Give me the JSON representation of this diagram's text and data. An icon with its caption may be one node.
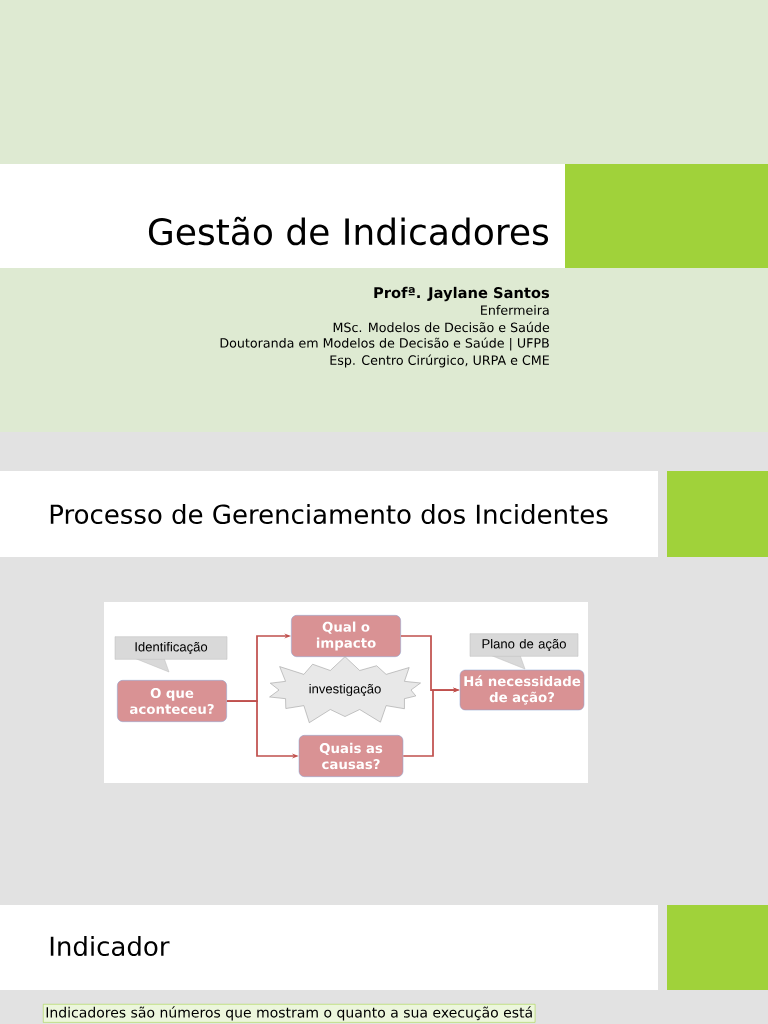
{
  "diagram": {
    "nodes": [
      {
        "text": [
          "Identificação"
        ]
      },
      {
        "text": [
          "O que aconteceu?"
        ]
      },
      {
        "text": [
          "Qual o impacto"
        ]
      },
      {
        "text": [
          "investigação"
        ]
      },
      {
        "text": [
          "Quais as causas?"
        ]
      },
      {
        "text": [
          "Plano de ação"
        ]
      },
      {
        "text": [
          "Há necessidade de ação?"
        ]
      }
    ],
    "edges": [
      {
        "from": 1,
        "to": 2,
        "arrow": "to"
      },
      {
        "from": 1,
        "to": 4,
        "arrow": "to"
      },
      {
        "from": 2,
        "to": 6,
        "arrow": "to"
      },
      {
        "from": 4,
        "to": 6,
        "arrow": "to"
      }
    ],
    "labels": [
      "Gestão de Indicadores",
      "Profª. Jaylane Santos",
      "Enfermeira",
      "MSc. Modelos de Decisão e Saúde",
      "Doutoranda em Modelos de Decisão e Saúde | UFPB",
      "Esp. Centro Cirúrgico, URPA e CME",
      "Processo de Gerenciamento dos Incidentes",
      "Indicador",
      "Indicadores são números que mostram o quanto a sua execução está"
    ]
  }
}
